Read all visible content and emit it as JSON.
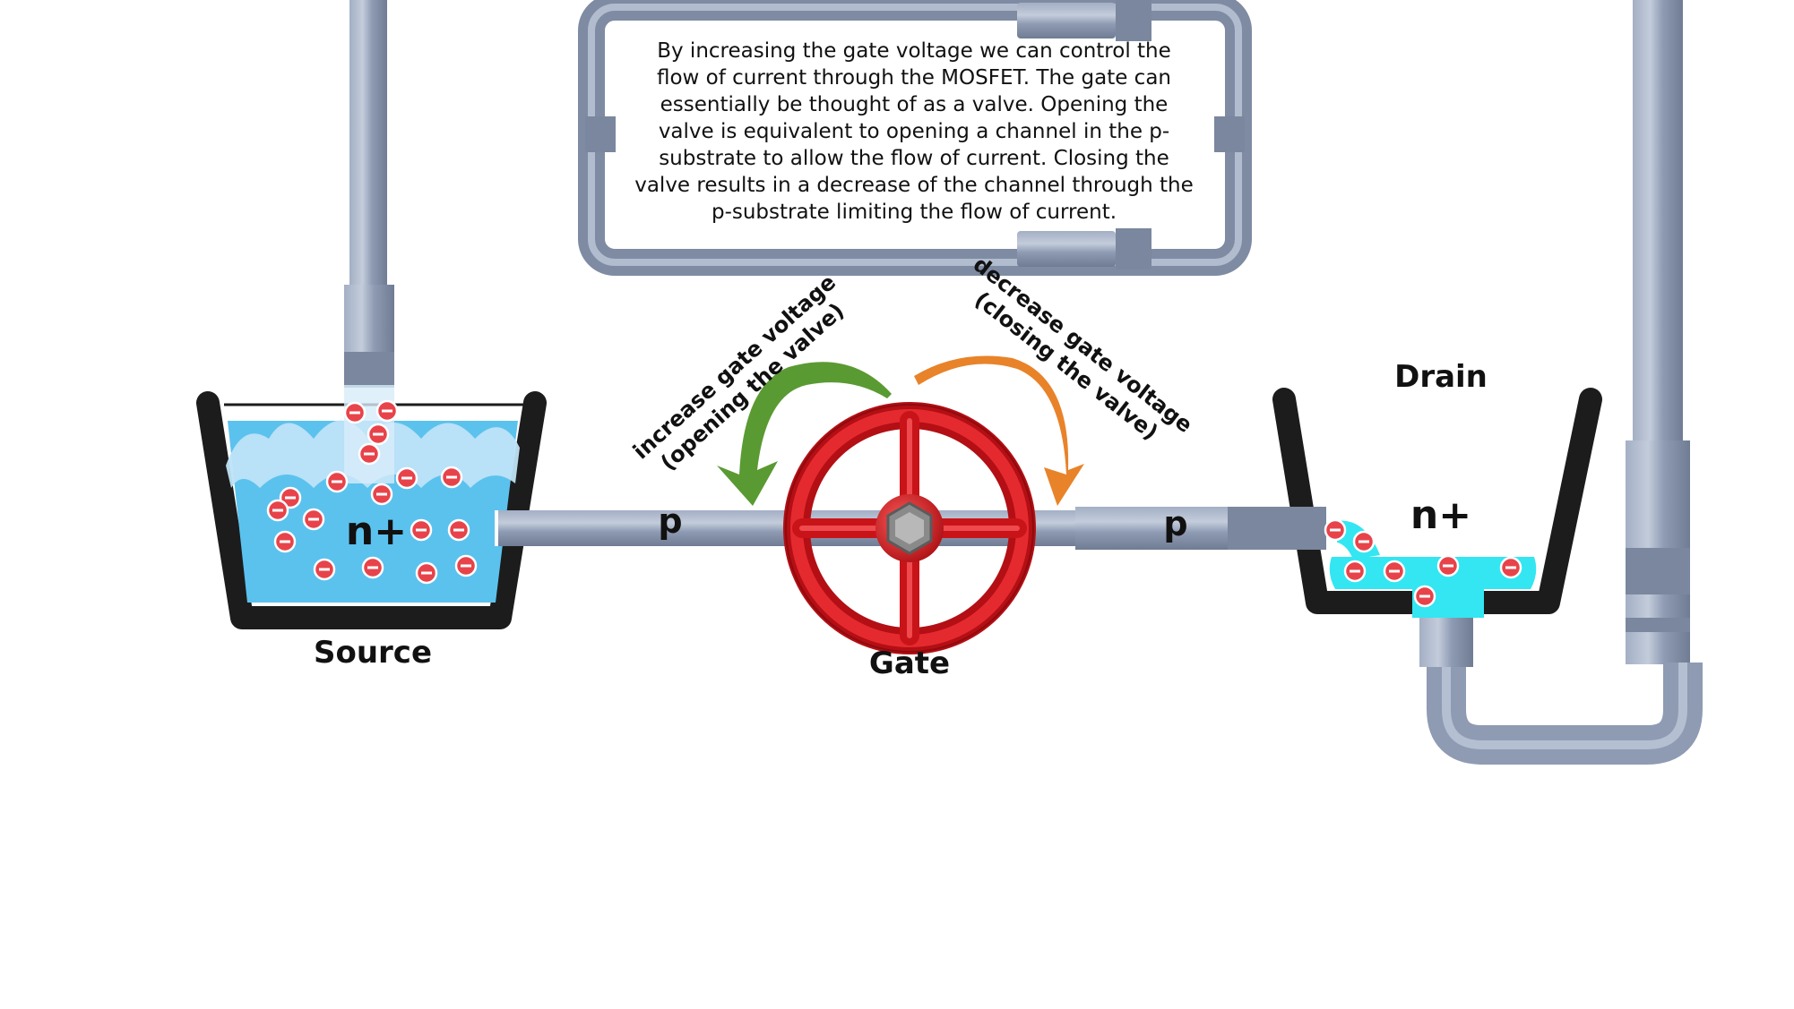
{
  "caption_lines": [
    "By increasing the gate voltage we can control the",
    "flow of current through the MOSFET.  The gate can",
    "essentially be thought of as a valve.  Opening the",
    "valve is equivalent to opening a channel in the p-",
    "substrate to allow the flow of current.  Closing the",
    "valve results in a decrease of the channel through the",
    "p-substrate limiting the flow of current."
  ],
  "labels": {
    "source": "Source",
    "drain": "Drain",
    "gate": "Gate",
    "source_region": "n+",
    "drain_region": "n+",
    "substrate_left": "p",
    "substrate_right": "p"
  },
  "arrows": {
    "increase_line1": "increase gate voltage",
    "increase_line2": "(opening the valve)",
    "decrease_line1": "decrease gate voltage",
    "decrease_line2": "(closing the valve)"
  },
  "electron_symbol": "−",
  "colors": {
    "pipe": "#8e9bb3",
    "pipe_highlight": "#b4bfd1",
    "pipe_dark": "#6f7c93",
    "bucket": "#1c1c1c",
    "water": "#5bc2ee",
    "water_light": "#bfe3f7",
    "drain_water": "#33e6f2",
    "electron": "#e8434a",
    "valve_red": "#d9161c",
    "arrow_green": "#5a9a32",
    "arrow_orange": "#e8832a"
  }
}
